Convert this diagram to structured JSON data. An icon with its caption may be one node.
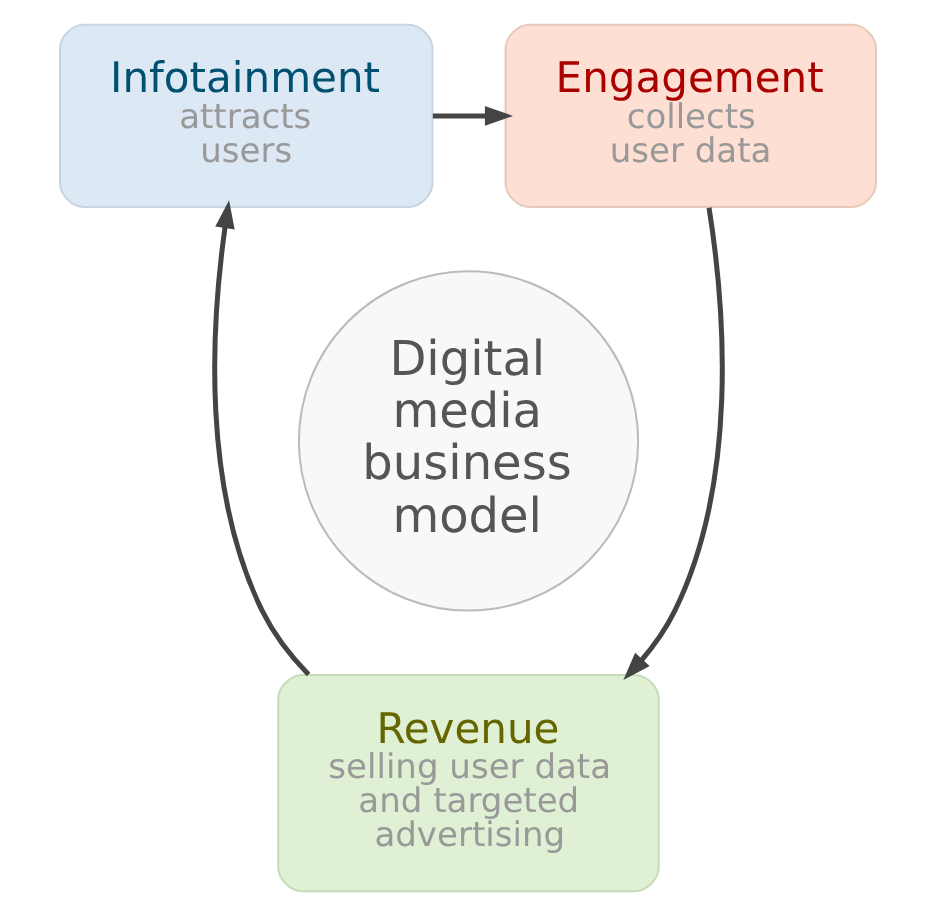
{
  "diagram": {
    "nodes": [
      {
        "text": [
          "Infotainment",
          "attracts users"
        ]
      },
      {
        "text": [
          "Engagement",
          "collects user data"
        ]
      },
      {
        "text": [
          "Digital media business model"
        ]
      },
      {
        "text": [
          "Revenue",
          "selling user data and targeted advertising"
        ]
      }
    ],
    "edges": [
      {
        "from": 0,
        "to": 1,
        "arrow": "to"
      },
      {
        "from": 1,
        "to": 3,
        "arrow": "to"
      },
      {
        "from": 3,
        "to": 0,
        "arrow": "to"
      }
    ]
  }
}
